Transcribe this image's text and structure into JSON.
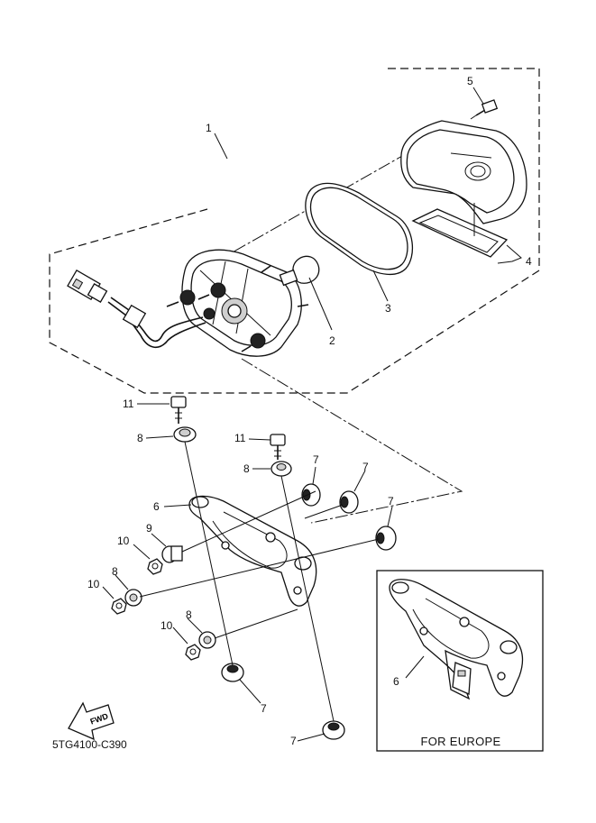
{
  "diagram": {
    "drawing_code": "5TG4100-C390",
    "inset_caption": "FOR EUROPE",
    "fwd_label": "FWD",
    "callouts": [
      {
        "id": "c1",
        "text": "1"
      },
      {
        "id": "c2",
        "text": "2"
      },
      {
        "id": "c3",
        "text": "3"
      },
      {
        "id": "c4",
        "text": "4"
      },
      {
        "id": "c5",
        "text": "5"
      },
      {
        "id": "c6",
        "text": "6"
      },
      {
        "id": "c6b",
        "text": "6"
      },
      {
        "id": "c7a",
        "text": "7"
      },
      {
        "id": "c7b",
        "text": "7"
      },
      {
        "id": "c7c",
        "text": "7"
      },
      {
        "id": "c7d",
        "text": "7"
      },
      {
        "id": "c7e",
        "text": "7"
      },
      {
        "id": "c8a",
        "text": "8"
      },
      {
        "id": "c8b",
        "text": "8"
      },
      {
        "id": "c8c",
        "text": "8"
      },
      {
        "id": "c8d",
        "text": "8"
      },
      {
        "id": "c9",
        "text": "9"
      },
      {
        "id": "c10a",
        "text": "10"
      },
      {
        "id": "c10b",
        "text": "10"
      },
      {
        "id": "c10c",
        "text": "10"
      },
      {
        "id": "c11a",
        "text": "11"
      },
      {
        "id": "c11b",
        "text": "11"
      }
    ]
  }
}
